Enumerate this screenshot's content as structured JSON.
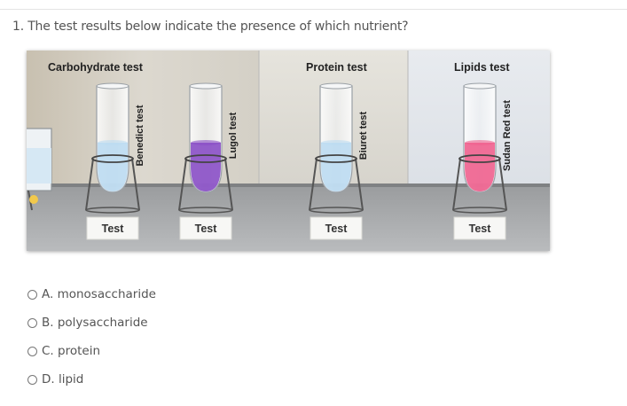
{
  "question": {
    "text": "1. The test results below indicate the presence of which nutrient?"
  },
  "figure": {
    "sections": [
      {
        "title": "Carbohydrate test"
      },
      {
        "title": "Protein test"
      },
      {
        "title": "Lipids test"
      }
    ],
    "tubes": [
      {
        "reagent": "Benedict test",
        "liquid_color": "#bcdcf2",
        "button": "Test"
      },
      {
        "reagent": "Lugol test",
        "liquid_color": "#8a4fc6",
        "button": "Test"
      },
      {
        "reagent": "Biuret test",
        "liquid_color": "#bcdcf2",
        "button": "Test"
      },
      {
        "reagent": "Sudan Red test",
        "liquid_color": "#f0608e",
        "button": "Test"
      }
    ]
  },
  "options": [
    {
      "label": "A. monosaccharide"
    },
    {
      "label": "B. polysaccharide"
    },
    {
      "label": "C. protein"
    },
    {
      "label": "D. lipid"
    }
  ]
}
